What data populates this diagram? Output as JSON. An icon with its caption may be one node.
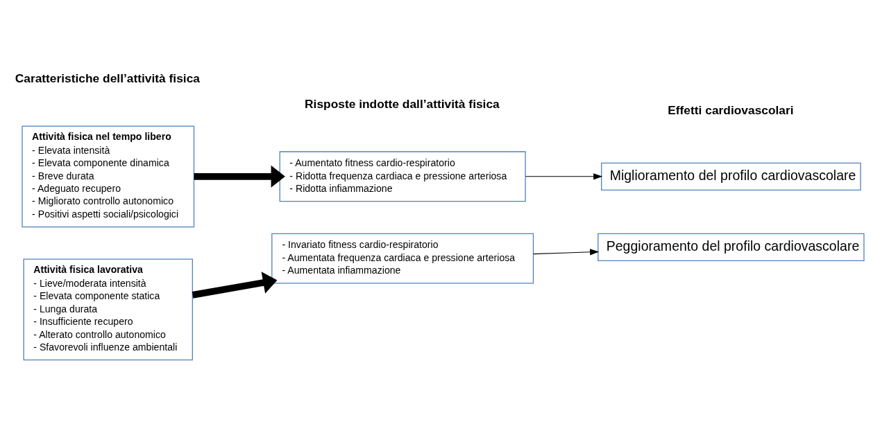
{
  "diagram": {
    "nodes": [
      {
        "text": [
          "Attività fisica nel tempo libero",
          "- Elevata intensità",
          "- Elevata componente dinamica",
          "- Breve durata",
          "- Adeguato recupero",
          "- Migliorato controllo autonomico",
          "- Positivi aspetti sociali/psicologici"
        ]
      },
      {
        "text": [
          "- Aumentato fitness cardio-respiratorio",
          "- Ridotta frequenza cardiaca e pressione arteriosa",
          "- Ridotta infiammazione"
        ]
      },
      {
        "text": [
          "Miglioramento del profilo cardiovascolare"
        ]
      },
      {
        "text": [
          "Peggioramento del profilo cardiovascolare"
        ]
      },
      {
        "text": [
          "Attività fisica lavorativa",
          "- Lieve/moderata intensità",
          "- Elevata componente statica",
          "- Lunga durata",
          "- Insufficiente recupero",
          "- Alterato controllo autonomico",
          "- Sfavorevoli influenze ambientali"
        ]
      },
      {
        "text": [
          "- Invariato fitness cardio-respiratorio",
          "- Aumentata frequenza cardiaca e pressione arteriosa",
          "- Aumentata infiammazione"
        ]
      }
    ],
    "edges": [
      {
        "from": 0,
        "to": 1,
        "arrow": "to",
        "style": "thick"
      },
      {
        "from": 1,
        "to": 2,
        "arrow": "to"
      },
      {
        "from": 4,
        "to": 5,
        "arrow": "to",
        "style": "thick"
      },
      {
        "from": 5,
        "to": 3,
        "arrow": "to"
      }
    ],
    "labels": [
      "Caratteristiche dell’attività fisica",
      "Risposte indotte dall’attività fisica",
      "Effetti cardiovascolari"
    ]
  }
}
